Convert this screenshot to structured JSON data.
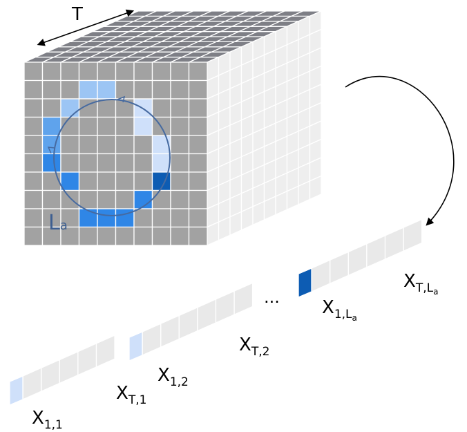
{
  "axis_label": "T",
  "loop_label": {
    "main": "L",
    "sub": "a"
  },
  "ellipsis": "...",
  "colors": {
    "front": "#a2a2a2",
    "top": "#7e7f86",
    "side": "#eeeeee",
    "light": "#cfe0fa",
    "mid": "#9cc5f4",
    "sky": "#5fa3ec",
    "blue": "#2f86e6",
    "dark": "#0d5cb3",
    "circle": "#466aa0",
    "loopLabel": "#3d5f91"
  },
  "vectors": [
    {
      "id": "x11",
      "first": {
        "main": "X",
        "sub": "1,1"
      },
      "last": {
        "main": "X",
        "sub": "T,1"
      }
    },
    {
      "id": "x12",
      "first": {
        "main": "X",
        "sub": "1,2"
      },
      "last": {
        "main": "X",
        "sub": "T,2"
      }
    },
    {
      "id": "x1La",
      "first": {
        "main": "X",
        "sub": "1,L",
        "subsub": "a"
      },
      "last": {
        "main": "X",
        "sub": "T,L",
        "subsub": "a"
      }
    }
  ]
}
